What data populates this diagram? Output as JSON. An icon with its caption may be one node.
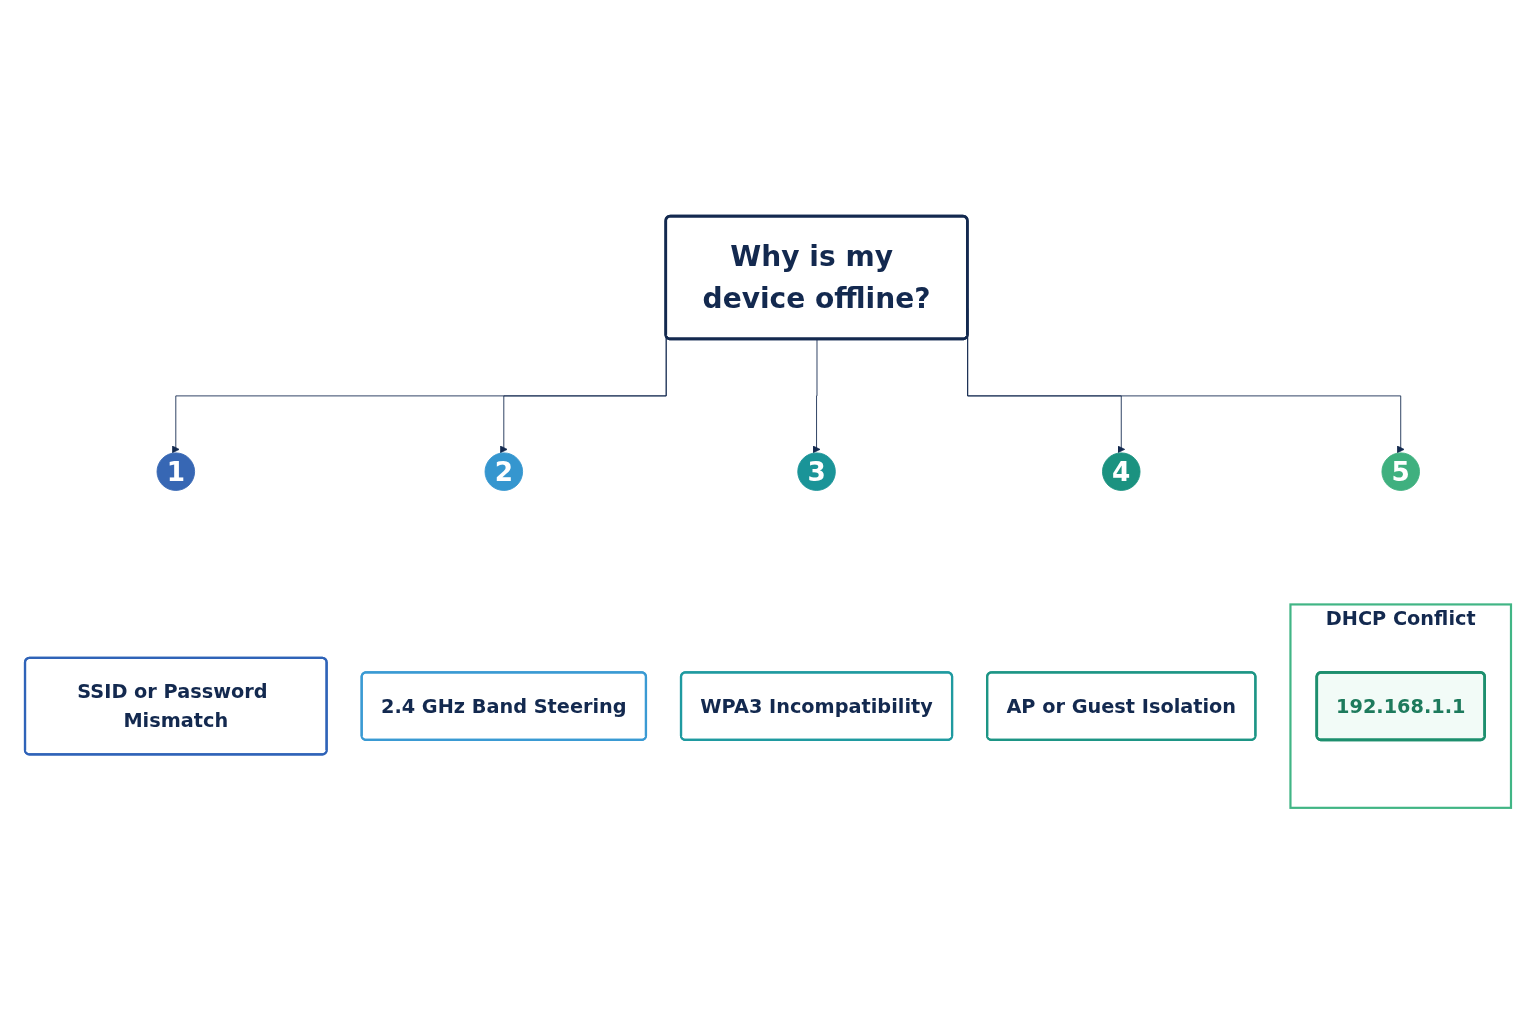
{
  "diagram": {
    "nodes": [
      {
        "text": [
          "Why is my device offline?"
        ]
      },
      {
        "text": [
          "1"
        ]
      },
      {
        "text": [
          "SSID or Password Mismatch"
        ]
      },
      {
        "text": [
          "2"
        ]
      },
      {
        "text": [
          "2.4 GHz Band Steering"
        ]
      },
      {
        "text": [
          "3"
        ]
      },
      {
        "text": [
          "WPA3 Incompatibility"
        ]
      },
      {
        "text": [
          "4"
        ]
      },
      {
        "text": [
          "AP or Guest Isolation"
        ]
      },
      {
        "text": [
          "5"
        ]
      },
      {
        "text": [
          "DHCP Conflict"
        ]
      },
      {
        "text": [
          "192.168.1.1"
        ],
        "in": 10
      }
    ],
    "edges": [
      {
        "from": 0,
        "to": 1,
        "arrow": "to"
      },
      {
        "from": 0,
        "to": 3,
        "arrow": "to"
      },
      {
        "from": 0,
        "to": 5,
        "arrow": "to"
      },
      {
        "from": 0,
        "to": 7,
        "arrow": "to"
      },
      {
        "from": 0,
        "to": 9,
        "arrow": "to"
      }
    ]
  }
}
